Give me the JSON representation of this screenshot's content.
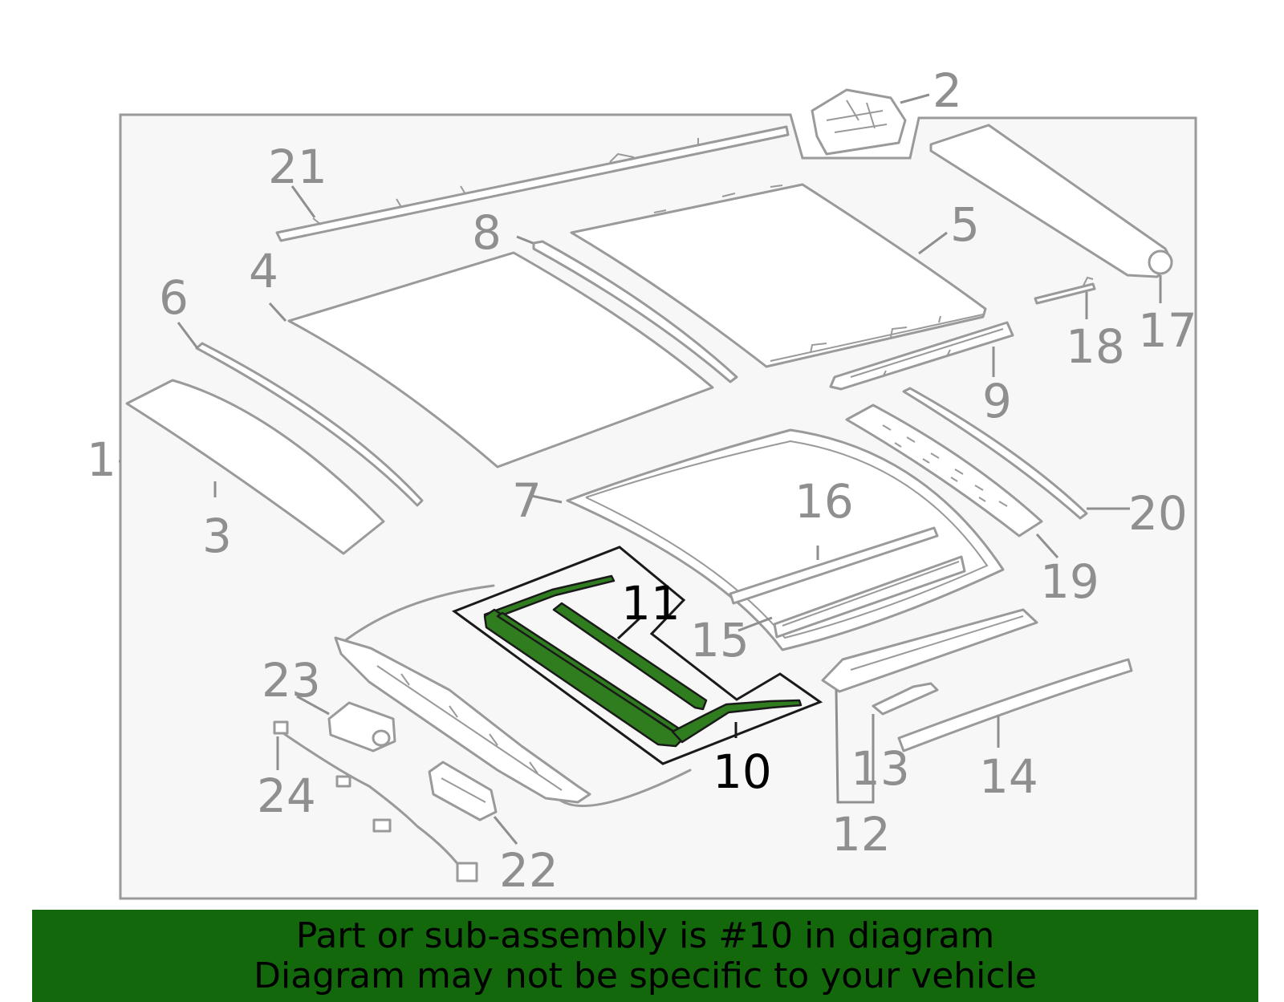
{
  "colors": {
    "banner_bg": "#14680c",
    "highlight_part": "#2f7d1e",
    "outline_gray": "#9a9a9a",
    "callout_gray": "#8f8f8f",
    "frame_bg": "#f7f7f7"
  },
  "callouts": [
    {
      "id": "1",
      "label": "1",
      "highlighted": false
    },
    {
      "id": "2",
      "label": "2",
      "highlighted": false
    },
    {
      "id": "3",
      "label": "3",
      "highlighted": false
    },
    {
      "id": "4",
      "label": "4",
      "highlighted": false
    },
    {
      "id": "5",
      "label": "5",
      "highlighted": false
    },
    {
      "id": "6",
      "label": "6",
      "highlighted": false
    },
    {
      "id": "7",
      "label": "7",
      "highlighted": false
    },
    {
      "id": "8",
      "label": "8",
      "highlighted": false
    },
    {
      "id": "9",
      "label": "9",
      "highlighted": false
    },
    {
      "id": "10",
      "label": "10",
      "highlighted": true
    },
    {
      "id": "11",
      "label": "11",
      "highlighted": true
    },
    {
      "id": "12",
      "label": "12",
      "highlighted": false
    },
    {
      "id": "13",
      "label": "13",
      "highlighted": false
    },
    {
      "id": "14",
      "label": "14",
      "highlighted": false
    },
    {
      "id": "15",
      "label": "15",
      "highlighted": false
    },
    {
      "id": "16",
      "label": "16",
      "highlighted": false
    },
    {
      "id": "17",
      "label": "17",
      "highlighted": false
    },
    {
      "id": "18",
      "label": "18",
      "highlighted": false
    },
    {
      "id": "19",
      "label": "19",
      "highlighted": false
    },
    {
      "id": "20",
      "label": "20",
      "highlighted": false
    },
    {
      "id": "21",
      "label": "21",
      "highlighted": false
    },
    {
      "id": "22",
      "label": "22",
      "highlighted": false
    },
    {
      "id": "23",
      "label": "23",
      "highlighted": false
    },
    {
      "id": "24",
      "label": "24",
      "highlighted": false
    }
  ],
  "banner": {
    "line1": "Part or sub-assembly is #10 in diagram",
    "line2": "Diagram may not be specific to your vehicle"
  }
}
